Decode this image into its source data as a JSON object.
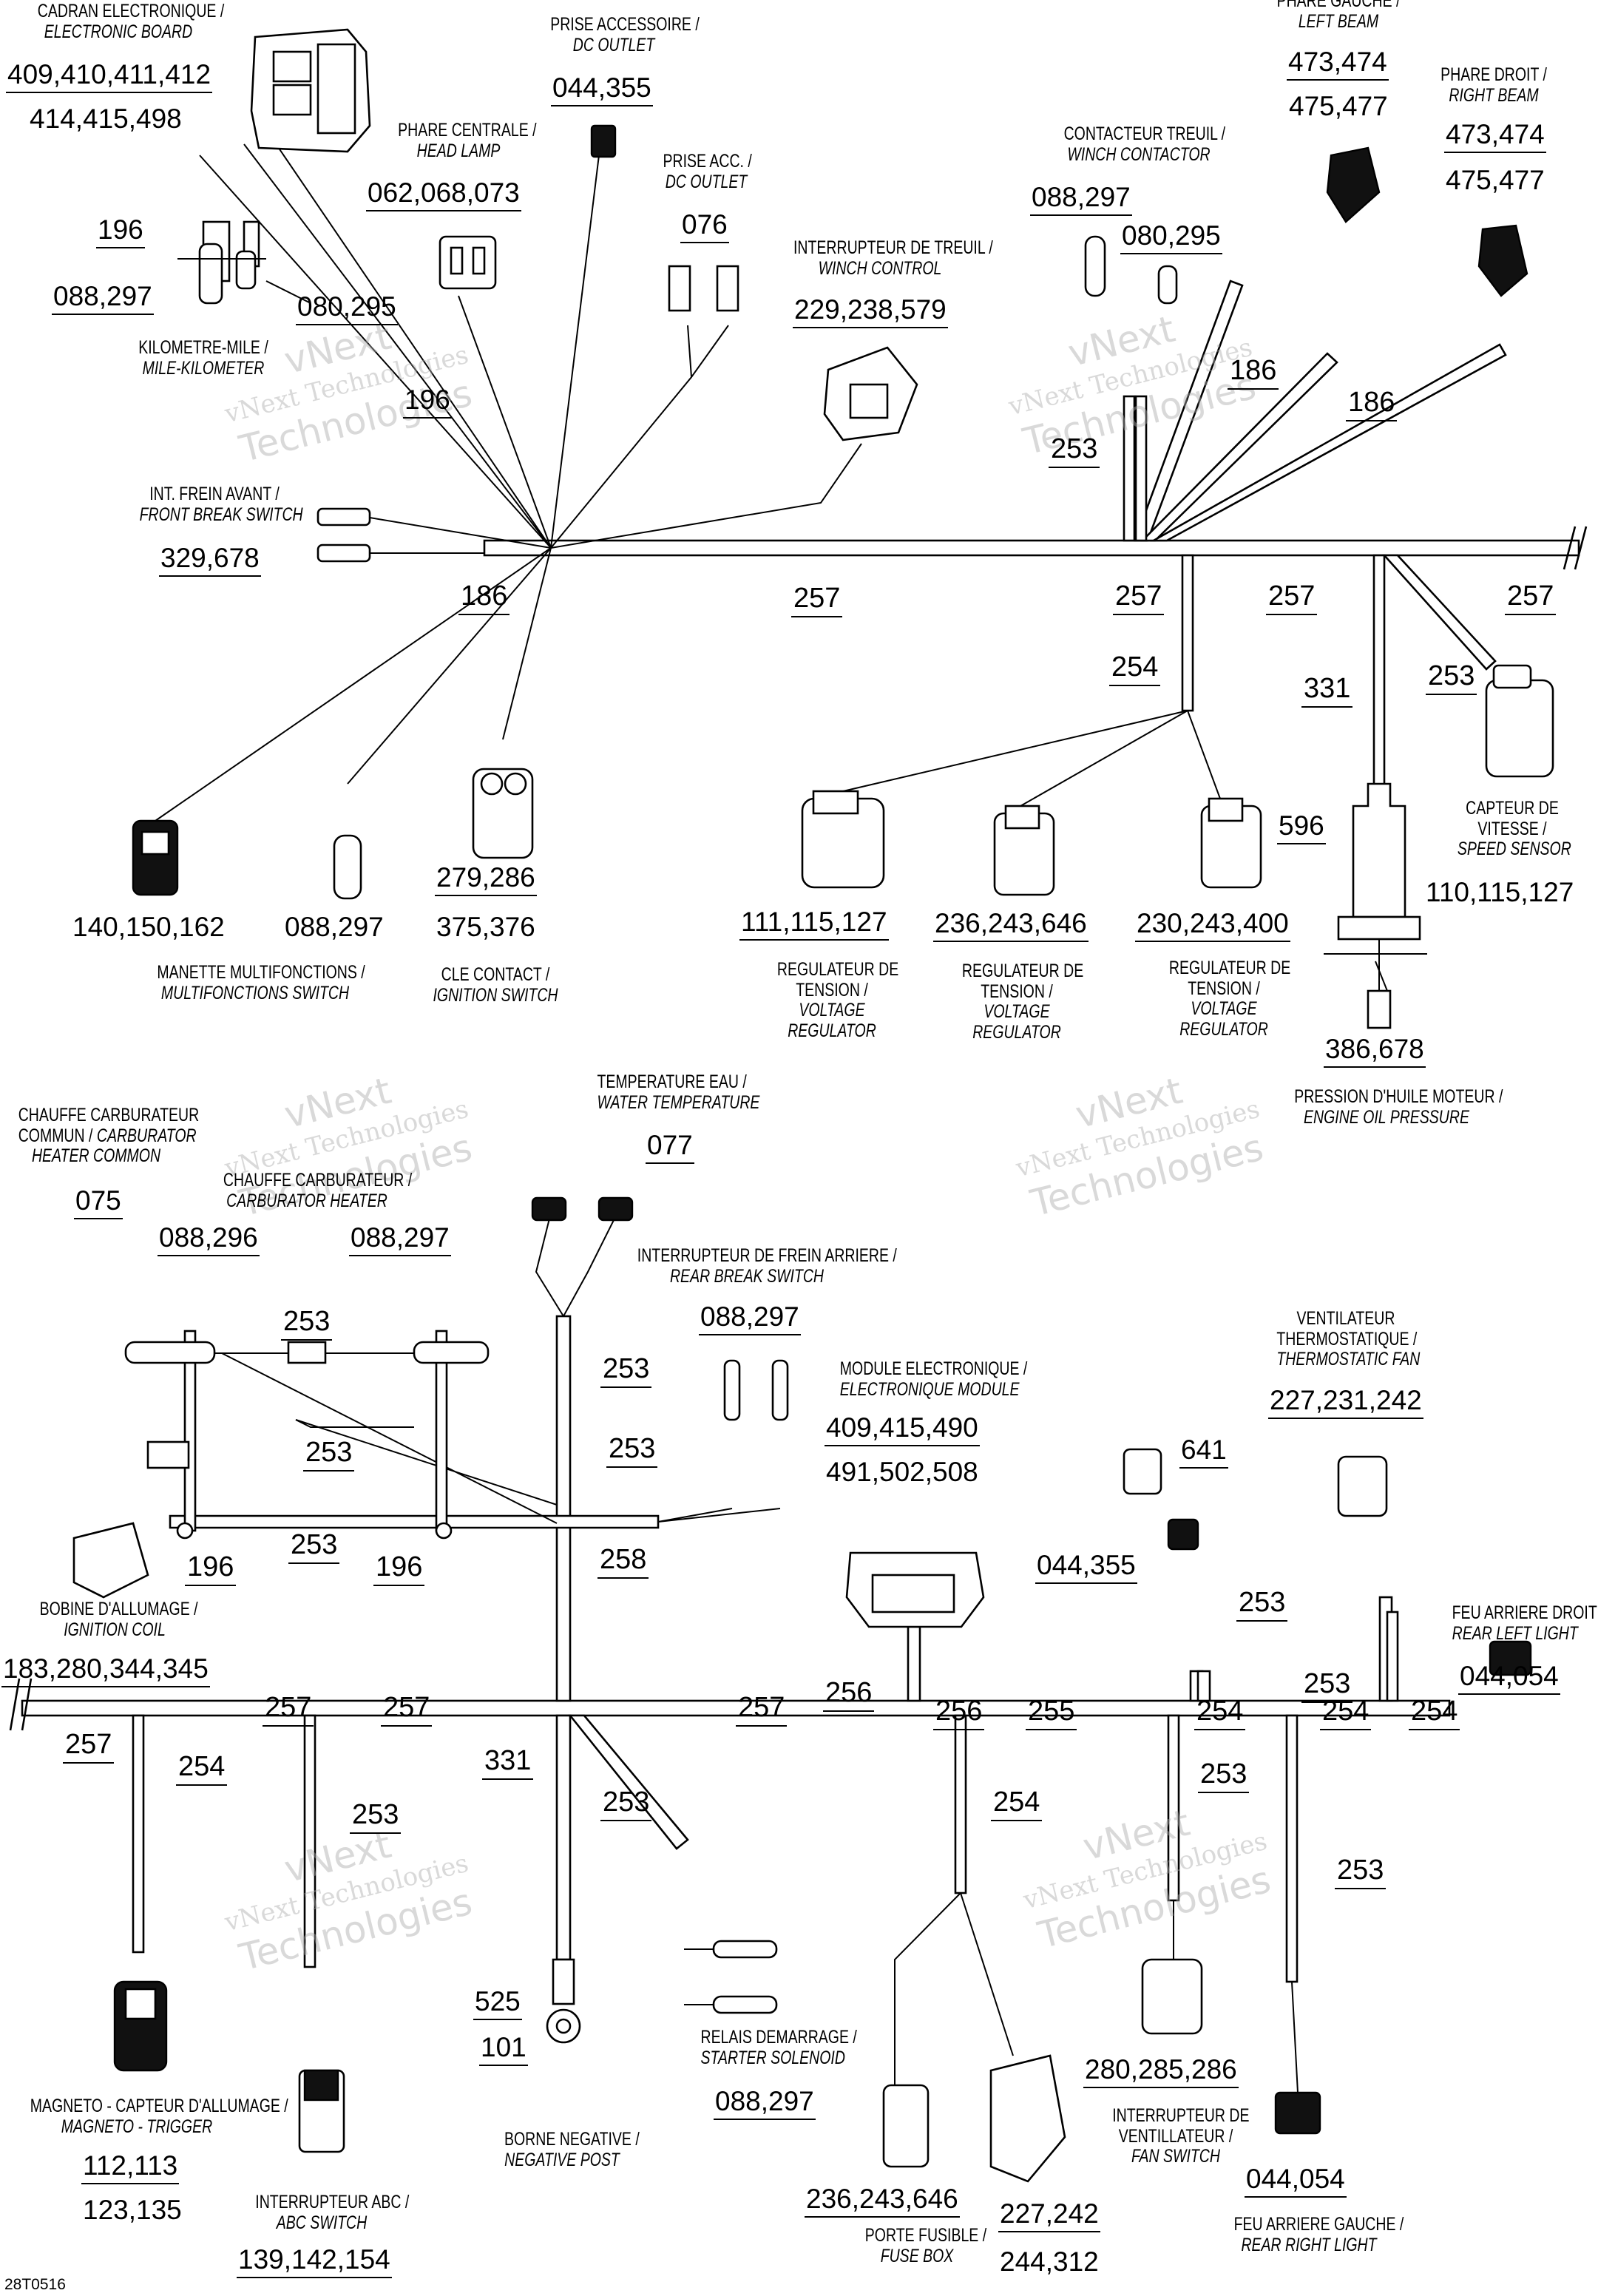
{
  "watermark": {
    "line1": "vNext",
    "line2": "Technologies",
    "line3": "vNext Technologies"
  },
  "drawing_code": "28T0516",
  "components": {
    "electronic_board": {
      "fr": "CADRAN ELECTRONIQUE /",
      "en": "ELECTRONIC BOARD",
      "refs1": "409,410,411,412",
      "refs2": "414,415,498"
    },
    "dc_outlet": {
      "fr": "PRISE ACCESSOIRE /",
      "en": "DC OUTLET",
      "refs": "044,355"
    },
    "head_lamp": {
      "fr": "PHARE CENTRALE /",
      "en": "HEAD LAMP",
      "refs": "062,068,073"
    },
    "dc_outlet2": {
      "fr": "PRISE ACC. /",
      "en": "DC OUTLET",
      "refs": "076"
    },
    "winch_control": {
      "fr": "INTERRUPTEUR DE TREUIL /",
      "en": "WINCH CONTROL",
      "refs": "229,238,579"
    },
    "winch_contactor": {
      "fr": "CONTACTEUR TREUIL /",
      "en": "WINCH CONTACTOR",
      "refs_a": "088,297",
      "refs_b": "080,295"
    },
    "left_beam": {
      "fr": "PHARE GAUCHE /",
      "en": "LEFT BEAM",
      "refs1": "473,474",
      "refs2": "475,477"
    },
    "right_beam": {
      "fr": "PHARE DROIT /",
      "en": "RIGHT BEAM",
      "refs1": "473,474",
      "refs2": "475,477"
    },
    "mile_km": {
      "fr": "KILOMETRE-MILE /",
      "en": "MILE-KILOMETER",
      "refs_196": "196",
      "refs_a": "088,297",
      "refs_b": "080,295",
      "refs_c": "196"
    },
    "front_break": {
      "fr": "INT. FREIN AVANT /",
      "en": "FRONT BREAK SWITCH",
      "refs": "329,678"
    },
    "multifonctions": {
      "fr": "MANETTE MULTIFONCTIONS /",
      "en": "MULTIFONCTIONS SWITCH",
      "refs_a": "140,150,162",
      "refs_b": "088,297"
    },
    "ignition_switch": {
      "fr": "CLE CONTACT /",
      "en": "IGNITION SWITCH",
      "refs1": "279,286",
      "refs2": "375,376"
    },
    "vr1": {
      "fr1": "REGULATEUR DE",
      "fr2": "TENSION /",
      "en1": "VOLTAGE",
      "en2": "REGULATOR",
      "refs": "111,115,127"
    },
    "vr2": {
      "fr1": "REGULATEUR DE",
      "fr2": "TENSION /",
      "en1": "VOLTAGE",
      "en2": "REGULATOR",
      "refs": "236,243,646"
    },
    "vr3": {
      "fr1": "REGULATEUR DE",
      "fr2": "TENSION /",
      "en1": "VOLTAGE",
      "en2": "REGULATOR",
      "refs": "230,243,400"
    },
    "speed_sensor": {
      "fr1": "CAPTEUR DE",
      "fr2": "VITESSE /",
      "en": "SPEED SENSOR",
      "refs": "110,115,127"
    },
    "oil_pressure": {
      "fr": "PRESSION D'HUILE MOTEUR /",
      "en": "ENGINE OIL PRESSURE",
      "refs_596": "596",
      "refs": "386,678"
    },
    "carb_heater_common": {
      "fr1": "CHAUFFE CARBURATEUR",
      "fr2": "COMMUN /",
      "en_inline": "CARBURATOR",
      "en2": "HEATER COMMON",
      "refs": "075"
    },
    "carb_heater": {
      "fr": "CHAUFFE CARBURATEUR /",
      "en": "CARBURATOR HEATER",
      "refs_a": "088,296",
      "refs_b": "088,297"
    },
    "water_temp": {
      "fr": "TEMPERATURE EAU /",
      "en": "WATER TEMPERATURE",
      "refs": "077"
    },
    "rear_break": {
      "fr": "INTERRUPTEUR DE FREIN ARRIERE /",
      "en": "REAR BREAK SWITCH",
      "refs": "088,297"
    },
    "module": {
      "fr": "MODULE ELECTRONIQUE /",
      "en": "ELECTRONIQUE MODULE",
      "refs1": "409,415,490",
      "refs2": "491,502,508"
    },
    "thermo_fan": {
      "fr1": "VENTILATEUR",
      "fr2": "THERMOSTATIQUE /",
      "en": "THERMOSTATIC FAN",
      "refs": "227,231,242"
    },
    "connector_641": {
      "refs_a": "641",
      "refs_b": "044,355"
    },
    "rear_left_light": {
      "fr": "FEU ARRIERE DROIT /",
      "en": "REAR LEFT LIGHT",
      "refs": "044,054"
    },
    "ignition_coil": {
      "fr": "BOBINE D'ALLUMAGE /",
      "en": "IGNITION COIL",
      "refs": "183,280,344,345"
    },
    "magneto": {
      "fr_inline": "MAGNETO - CAPTEUR D'ALLUMAGE /",
      "en": "MAGNETO - TRIGGER",
      "refs1": "112,113",
      "refs2": "123,135"
    },
    "abc_switch": {
      "fr": "INTERRUPTEUR ABC /",
      "en": "ABC SWITCH",
      "refs": "139,142,154"
    },
    "negative_post": {
      "fr": "BORNE NEGATIVE /",
      "en": "NEGATIVE POST",
      "refs_a": "525",
      "refs_b": "101"
    },
    "starter_solenoid": {
      "fr": "RELAIS DEMARRAGE /",
      "en": "STARTER SOLENOID",
      "refs": "088,297"
    },
    "fuse_box": {
      "fr": "PORTE FUSIBLE /",
      "en": "FUSE BOX",
      "refs_a": "236,243,646",
      "refs_b1": "227,242",
      "refs_b2": "244,312"
    },
    "fan_switch": {
      "fr1": "INTERRUPTEUR DE",
      "fr2": "VENTILLATEUR /",
      "en": "FAN SWITCH",
      "refs": "280,285,286"
    },
    "rear_right_light": {
      "fr": "FEU ARRIERE GAUCHE /",
      "en": "REAR RIGHT LIGHT",
      "refs": "044,054"
    }
  },
  "wire_refs": {
    "w186a": "186",
    "w257a": "257",
    "w257b": "257",
    "w257c": "257",
    "w257d": "257",
    "w253a": "253",
    "w186b": "186",
    "w186c": "186",
    "w254a": "254",
    "w331a": "331",
    "w253b": "253",
    "w253c": "253",
    "w253d": "253",
    "w253e": "253",
    "w253f": "253",
    "w253g": "253",
    "w196a": "196",
    "w196b": "196",
    "w258": "258",
    "w257e": "257",
    "w257f": "257",
    "w257g": "257",
    "w256a": "256",
    "w256b": "256",
    "w255": "255",
    "w254b": "254",
    "w254c": "254",
    "w254d": "254",
    "w253h": "253",
    "w253i": "253",
    "w257h": "257",
    "w254e": "254",
    "w331b": "331",
    "w253j": "253",
    "w253k": "253",
    "w254f": "254",
    "w253l": "253",
    "w253m": "253"
  }
}
